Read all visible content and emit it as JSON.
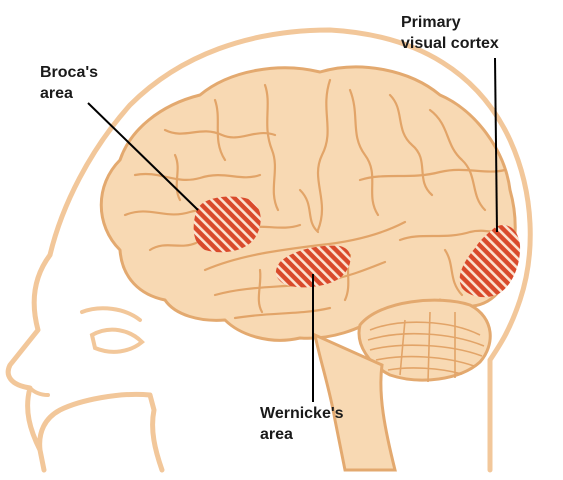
{
  "labels": {
    "broca": [
      "Broca's",
      "area"
    ],
    "primary_visual": [
      "Primary",
      "visual cortex"
    ],
    "wernicke": [
      "Wernicke's",
      "area"
    ]
  },
  "colors": {
    "head_outline": "#f2c79a",
    "brain_fill": "#f8d9b3",
    "brain_stroke": "#e3a96f",
    "gyri_line": "#e2a468",
    "region_fill": "#d94a2b",
    "region_stripe": "#fbe2cf",
    "leader_line": "#000000",
    "text": "#1a1a1a"
  },
  "icons": {
    "head": "head-profile-icon",
    "brain": "brain-icon"
  }
}
